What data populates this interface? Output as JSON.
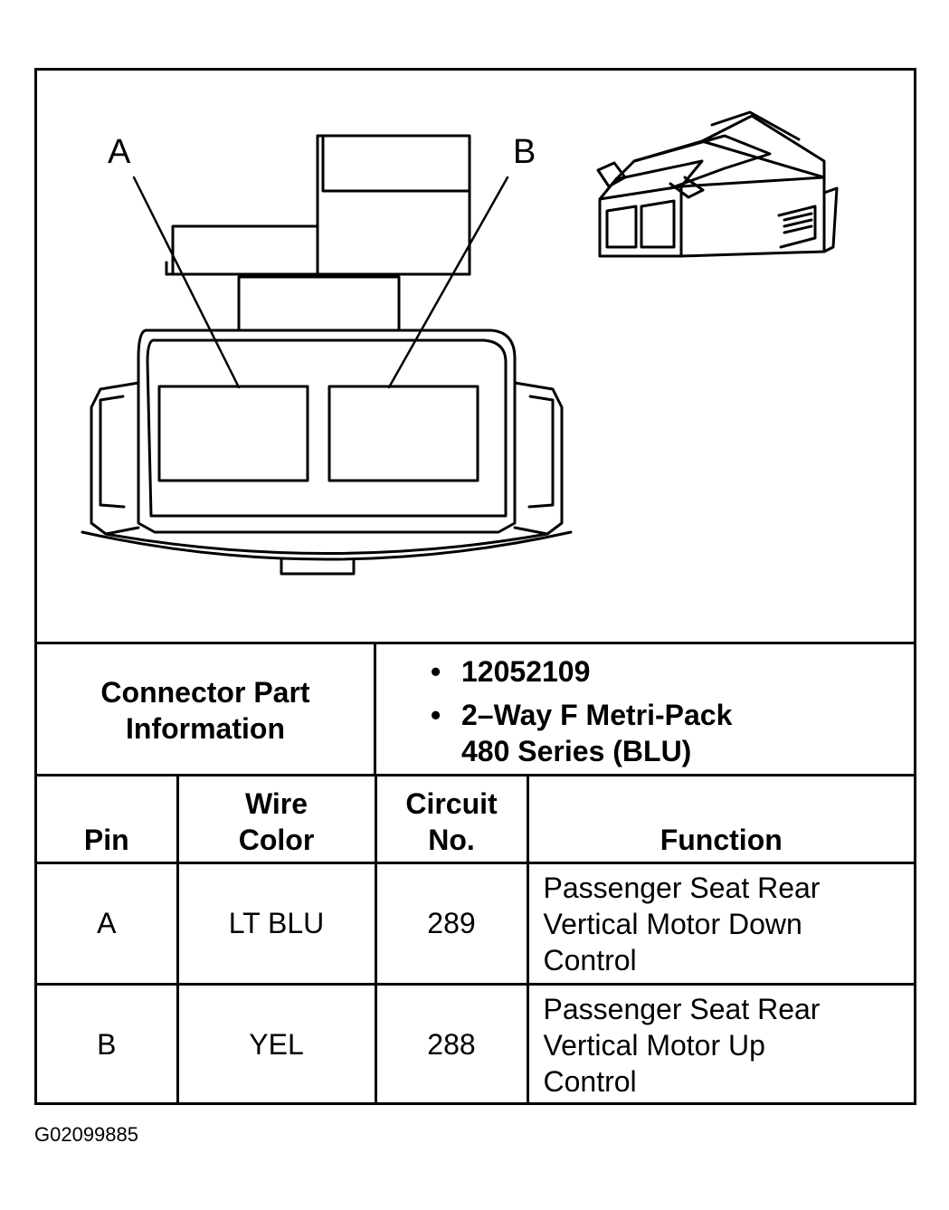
{
  "diagram": {
    "callouts": [
      "A",
      "B"
    ]
  },
  "connector_info": {
    "label": "Connector Part Information",
    "part_number": "12052109",
    "description": "2–Way F Metri-Pack 480 Series (BLU)",
    "description_lines": [
      "2–Way F Metri-Pack",
      "480 Series (BLU)"
    ]
  },
  "table": {
    "headers": [
      "Pin",
      "Wire Color",
      "Circuit No.",
      "Function"
    ],
    "header_lines": {
      "pin": [
        "Pin"
      ],
      "wire_color": [
        "Wire",
        "Color"
      ],
      "circuit_no": [
        "Circuit",
        "No."
      ],
      "function": [
        "Function"
      ]
    },
    "rows": [
      {
        "pin": "A",
        "wire_color": "LT BLU",
        "circuit_no": "289",
        "function": "Passenger Seat Rear Vertical Motor Down Control",
        "function_lines": [
          "Passenger Seat Rear",
          "Vertical Motor Down",
          "Control"
        ]
      },
      {
        "pin": "B",
        "wire_color": "YEL",
        "circuit_no": "288",
        "function": "Passenger Seat Rear Vertical Motor Up Control",
        "function_lines": [
          "Passenger Seat Rear",
          "Vertical Motor Up",
          "Control"
        ]
      }
    ]
  },
  "figure_id": "G02099885"
}
